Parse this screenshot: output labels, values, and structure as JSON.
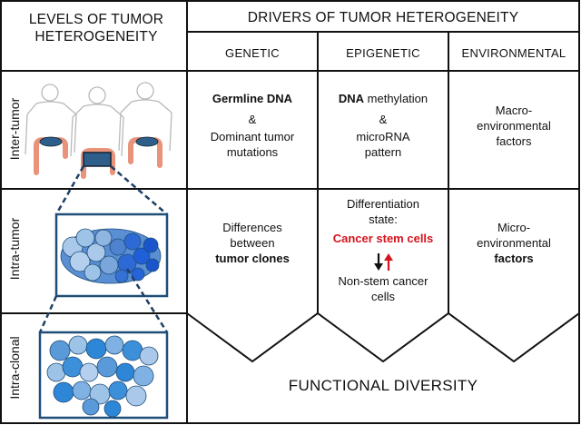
{
  "header": {
    "left_title_line1": "LEVELS OF TUMOR",
    "left_title_line2": "HETEROGENEITY",
    "right_title": "DRIVERS OF TUMOR HETEROGENEITY"
  },
  "columns": {
    "genetic": "GENETIC",
    "epigenetic": "EPIGENETIC",
    "environmental": "ENVIRONMENTAL"
  },
  "rows": {
    "inter": "Inter-tumor",
    "intra": "Intra-tumor",
    "clonal": "Intra-clonal"
  },
  "inter_tumor": {
    "genetic": {
      "germline_bold_a": "Germline",
      "germline_bold_b": "DNA",
      "amp": "&",
      "line1": "Dominant tumor",
      "line2": "mutations"
    },
    "epigenetic": {
      "dna_bold": "DNA",
      "methylation": "methylation",
      "amp": "&",
      "line1": "microRNA",
      "line2": "pattern"
    },
    "environmental": {
      "line1": "Macro-",
      "line2": "environmental",
      "line3": "factors"
    }
  },
  "intra_tumor": {
    "genetic": {
      "line1": "Differences",
      "line2": "between",
      "line3": "tumor clones"
    },
    "epigenetic": {
      "line1": "Differentiation",
      "line2": "state:",
      "csc": "Cancer stem cells",
      "line4": "Non-stem cancer",
      "line5": "cells"
    },
    "environmental": {
      "line1": "Micro-",
      "line2": "environmental",
      "line3": "factors"
    }
  },
  "functional_diversity": "FUNCTIONAL DIVERSITY",
  "colors": {
    "grid": "#111111",
    "csc_red": "#d4141e",
    "arrow_black": "#111111",
    "tumor_dark_blue": "#1f5fd8",
    "tumor_light_blue": "#9dc3e6",
    "box_border": "#1f4e79",
    "colon": "#f4b6a0"
  }
}
